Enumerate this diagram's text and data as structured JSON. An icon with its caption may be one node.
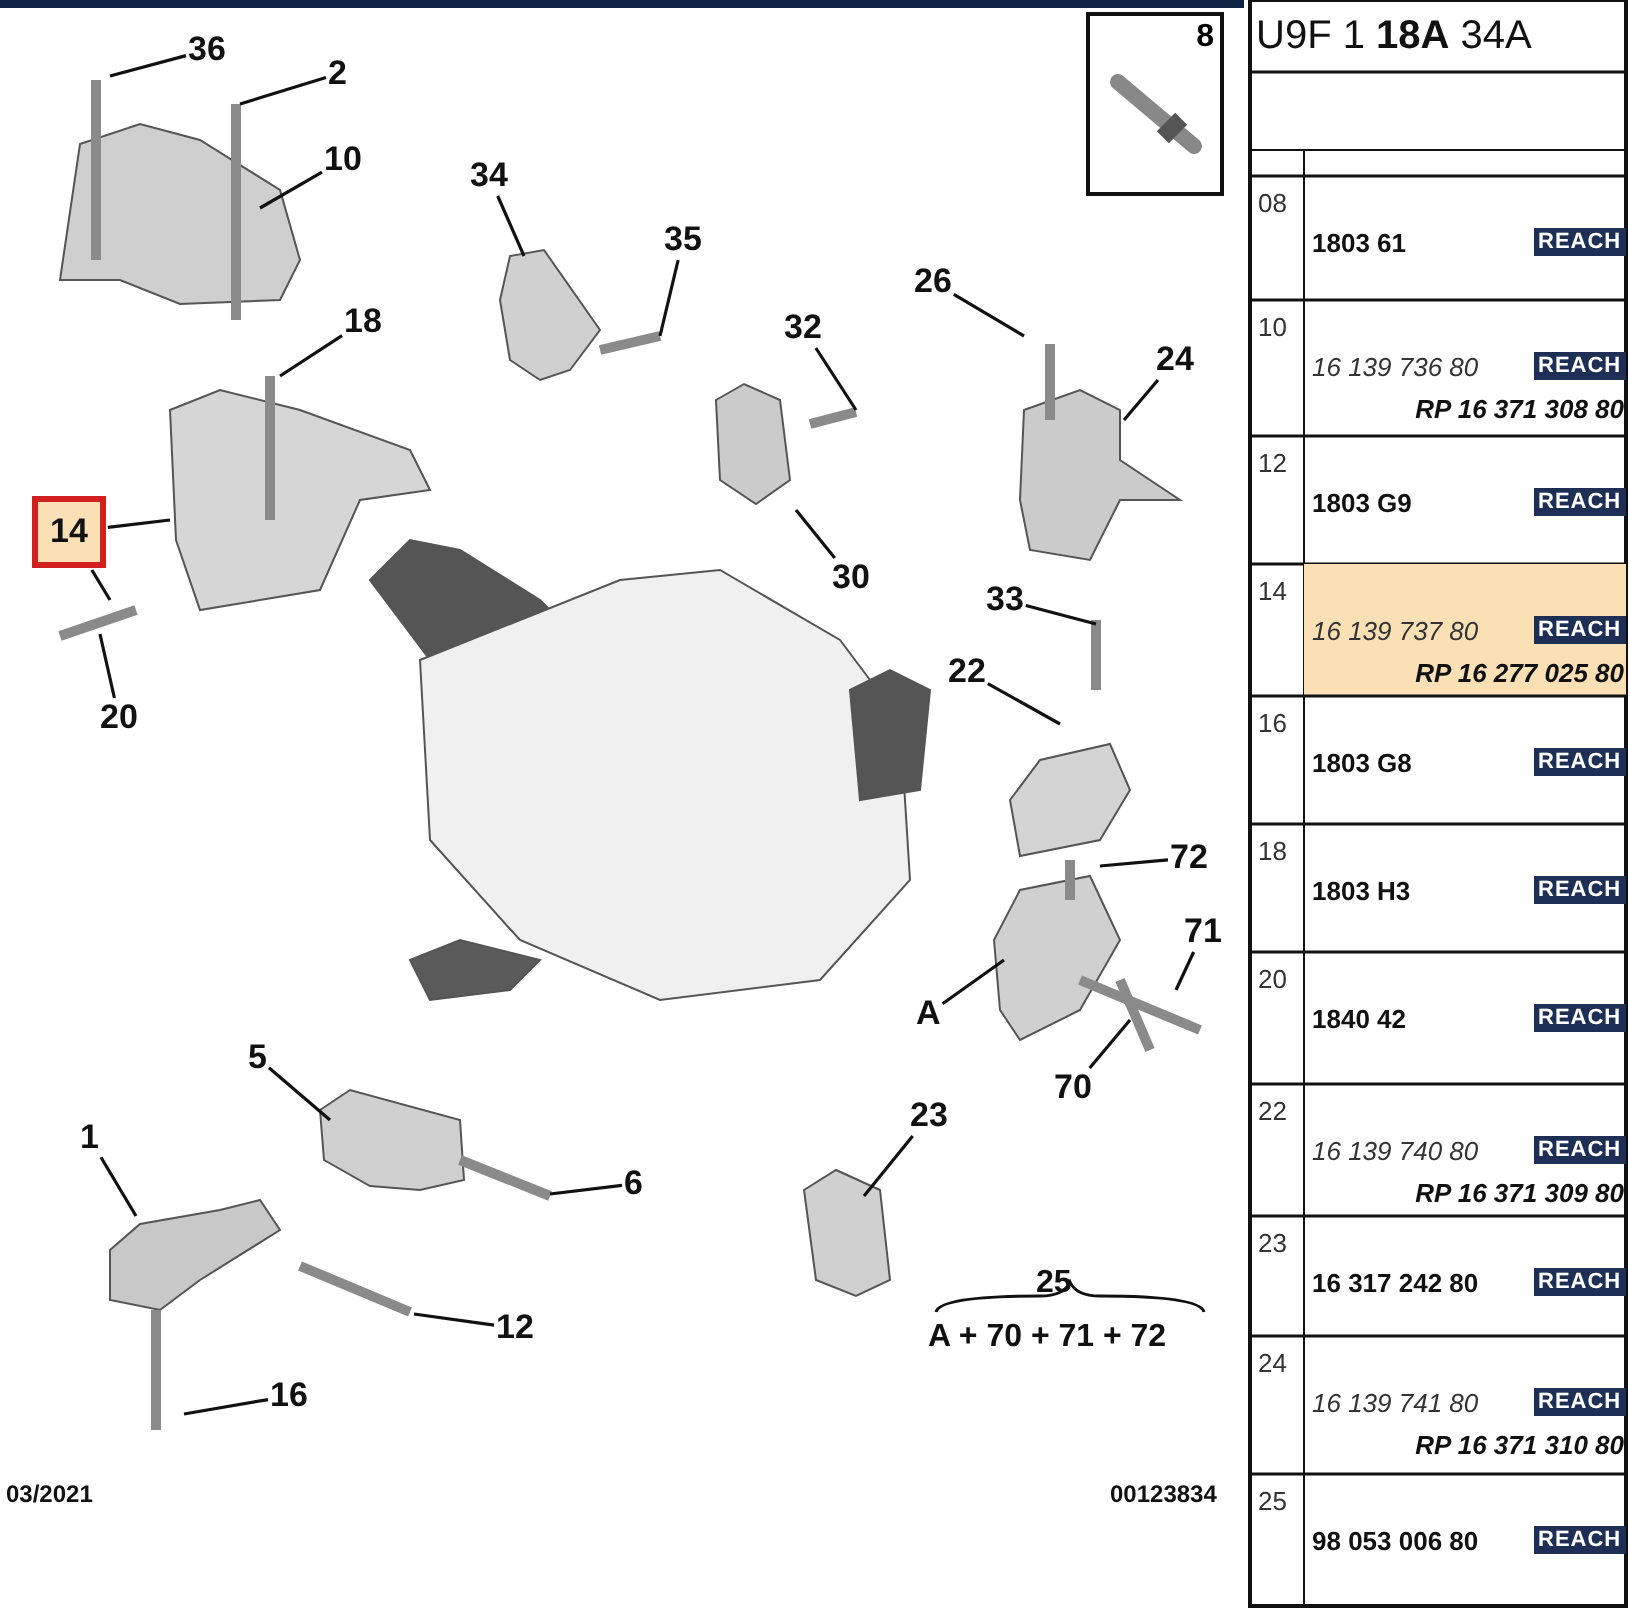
{
  "diagram": {
    "nodes": [
      {
        "text": [
          "36"
        ]
      },
      {
        "text": [
          "2"
        ]
      },
      {
        "text": [
          "8"
        ]
      },
      {
        "text": [
          "10"
        ]
      },
      {
        "text": [
          "34"
        ]
      },
      {
        "text": [
          "35"
        ]
      },
      {
        "text": [
          "18"
        ]
      },
      {
        "text": [
          "26"
        ]
      },
      {
        "text": [
          "32"
        ]
      },
      {
        "text": [
          "24"
        ]
      },
      {
        "text": [
          "14"
        ]
      },
      {
        "text": [
          "30"
        ]
      },
      {
        "text": [
          "33"
        ]
      },
      {
        "text": [
          "20"
        ]
      },
      {
        "text": [
          "22"
        ]
      },
      {
        "text": [
          "72"
        ]
      },
      {
        "text": [
          "71"
        ]
      },
      {
        "text": [
          "A"
        ]
      },
      {
        "text": [
          "70"
        ]
      },
      {
        "text": [
          "5"
        ]
      },
      {
        "text": [
          "1"
        ]
      },
      {
        "text": [
          "6"
        ]
      },
      {
        "text": [
          "23"
        ]
      },
      {
        "text": [
          "12"
        ]
      },
      {
        "text": [
          "16"
        ]
      }
    ],
    "edges": [
      {
        "from": 0,
        "to": null,
        "arrow": "none"
      },
      {
        "from": 1,
        "to": null,
        "arrow": "none"
      },
      {
        "from": 3,
        "to": null,
        "arrow": "none"
      },
      {
        "from": 4,
        "to": null,
        "arrow": "none"
      },
      {
        "from": 5,
        "to": null,
        "arrow": "none"
      },
      {
        "from": 6,
        "to": null,
        "arrow": "none"
      },
      {
        "from": 7,
        "to": null,
        "arrow": "none"
      },
      {
        "from": 8,
        "to": null,
        "arrow": "none"
      },
      {
        "from": 9,
        "to": null,
        "arrow": "none"
      },
      {
        "from": 10,
        "to": null,
        "arrow": "none"
      },
      {
        "from": 10,
        "to": null,
        "arrow": "none"
      },
      {
        "from": 11,
        "to": null,
        "arrow": "none"
      },
      {
        "from": 12,
        "to": null,
        "arrow": "none"
      },
      {
        "from": 13,
        "to": null,
        "arrow": "none"
      },
      {
        "from": 14,
        "to": null,
        "arrow": "none"
      },
      {
        "from": 15,
        "to": null,
        "arrow": "none"
      },
      {
        "from": 16,
        "to": null,
        "arrow": "none"
      },
      {
        "from": 17,
        "to": null,
        "arrow": "none"
      },
      {
        "from": 18,
        "to": null,
        "arrow": "none"
      },
      {
        "from": 19,
        "to": null,
        "arrow": "none"
      },
      {
        "from": 20,
        "to": null,
        "arrow": "none"
      },
      {
        "from": 21,
        "to": null,
        "arrow": "none"
      },
      {
        "from": 22,
        "to": null,
        "arrow": "none"
      },
      {
        "from": 23,
        "to": null,
        "arrow": "none"
      },
      {
        "from": 24,
        "to": null,
        "arrow": "none"
      }
    ],
    "labels": [
      "25",
      "A + 70 + 71 + 72",
      "03/2021",
      "00123834",
      "U9F 1 **18A** 34A",
      "08",
      "1803 61",
      "REACH",
      "10",
      "16 139 736 80",
      "REACH",
      "RP 16 371 308 80",
      "12",
      "1803 G9",
      "REACH",
      "14",
      "16 139 737 80",
      "REACH",
      "RP 16 277 025 80",
      "16",
      "1803 G8",
      "REACH",
      "18",
      "1803 H3",
      "REACH",
      "20",
      "1840 42",
      "REACH",
      "22",
      "16 139 740 80",
      "REACH",
      "RP 16 371 309 80",
      "23",
      "16 317 242 80",
      "REACH",
      "24",
      "16 139 741 80",
      "REACH",
      "RP 16 371 310 80",
      "25",
      "98 053 006 80",
      "REACH"
    ]
  }
}
